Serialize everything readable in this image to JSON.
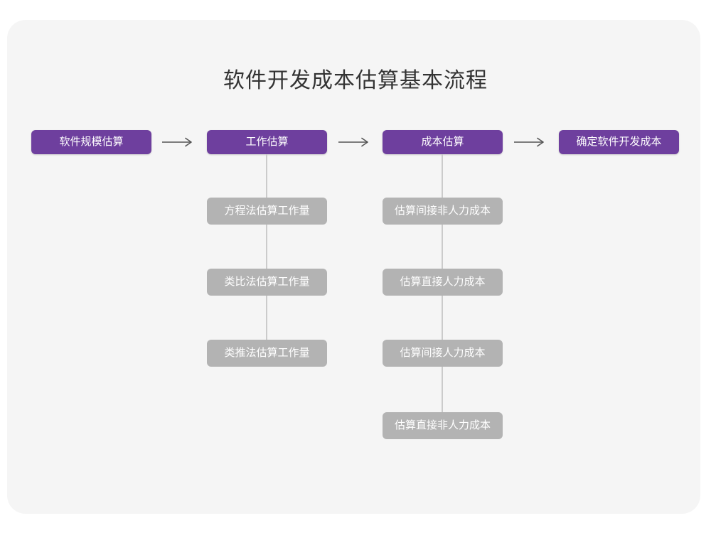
{
  "diagram": {
    "title": "软件开发成本估算基本流程",
    "background_color": "#f5f5f5",
    "page_color": "#ffffff",
    "primary_color": "#6e3f9e",
    "secondary_color": "#b3b3b3",
    "connector_color": "#cbcbcb",
    "arrow_color": "#555555",
    "title_color": "#333333",
    "type": "flowchart"
  },
  "main_flow": {
    "steps": [
      {
        "label": "软件规模估算"
      },
      {
        "label": "工作估算"
      },
      {
        "label": "成本估算"
      },
      {
        "label": "确定软件开发成本"
      }
    ],
    "arrows": [
      {
        "name": "arrow-1"
      },
      {
        "name": "arrow-2"
      },
      {
        "name": "arrow-3"
      }
    ]
  },
  "branches": [
    {
      "parent": "工作估算",
      "items": [
        {
          "label": "方程法估算工作量"
        },
        {
          "label": "类比法估算工作量"
        },
        {
          "label": "类推法估算工作量"
        }
      ]
    },
    {
      "parent": "成本估算",
      "items": [
        {
          "label": "估算间接非人力成本"
        },
        {
          "label": "估算直接人力成本"
        },
        {
          "label": "估算间接人力成本"
        },
        {
          "label": "估算直接非人力成本"
        }
      ]
    }
  ]
}
